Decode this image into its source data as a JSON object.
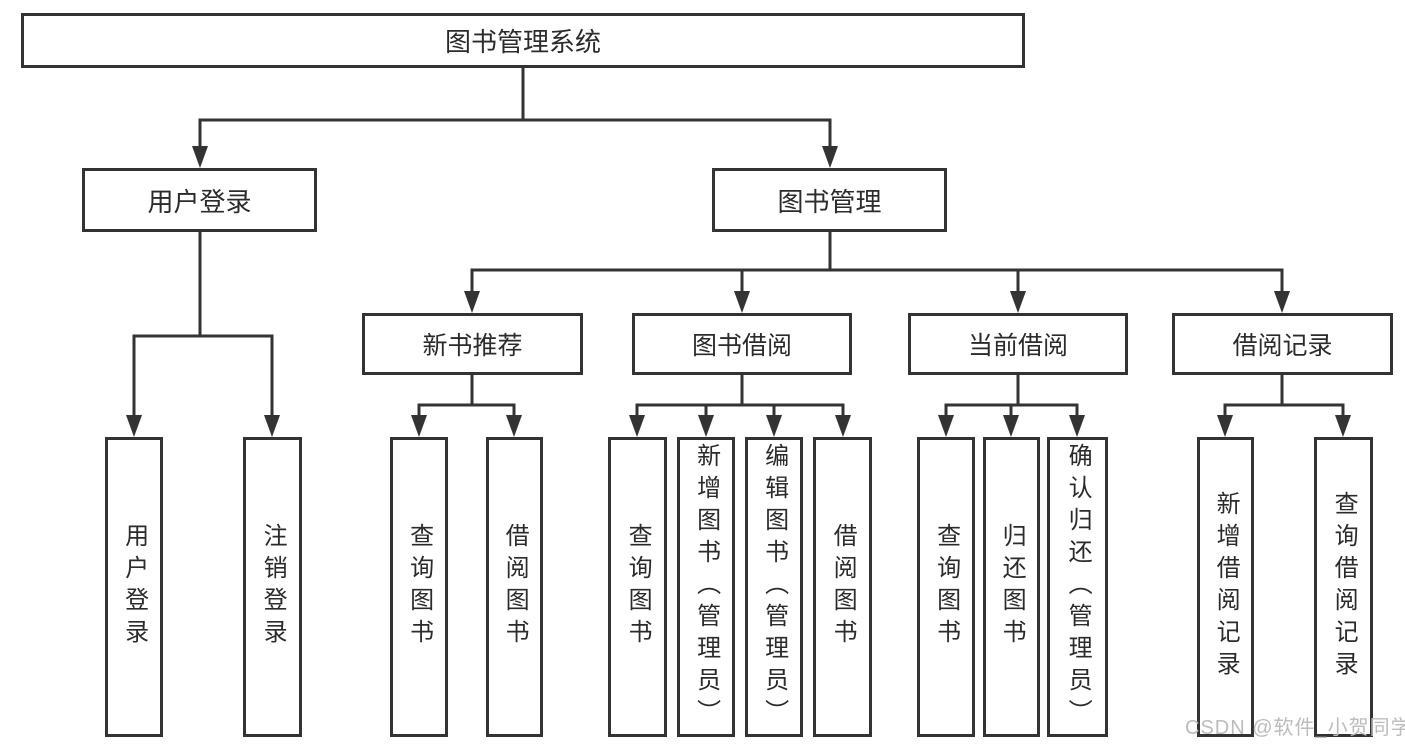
{
  "tree": {
    "root": {
      "label": "图书管理系统"
    },
    "level2": [
      {
        "label": "用户登录",
        "children": [
          {
            "label": "用户登录"
          },
          {
            "label": "注销登录"
          }
        ]
      },
      {
        "label": "图书管理",
        "children": [
          {
            "label": "新书推荐",
            "children": [
              {
                "label": "查询图书"
              },
              {
                "label": "借阅图书"
              }
            ]
          },
          {
            "label": "图书借阅",
            "children": [
              {
                "label": "查询图书"
              },
              {
                "label": "新增图书（管理员）"
              },
              {
                "label": "编辑图书（管理员）"
              },
              {
                "label": "借阅图书"
              }
            ]
          },
          {
            "label": "当前借阅",
            "children": [
              {
                "label": "查询图书"
              },
              {
                "label": "归还图书"
              },
              {
                "label": "确认归还（管理员）"
              }
            ]
          },
          {
            "label": "借阅记录",
            "children": [
              {
                "label": "新增借阅记录"
              },
              {
                "label": "查询借阅记录"
              }
            ]
          }
        ]
      }
    ],
    "watermark": "CSDN @软件_小贺同学",
    "colors": {
      "line": "#333333",
      "text": "#2b2b2b",
      "watermark": "#bcbcbc",
      "background": "#ffffff"
    }
  }
}
